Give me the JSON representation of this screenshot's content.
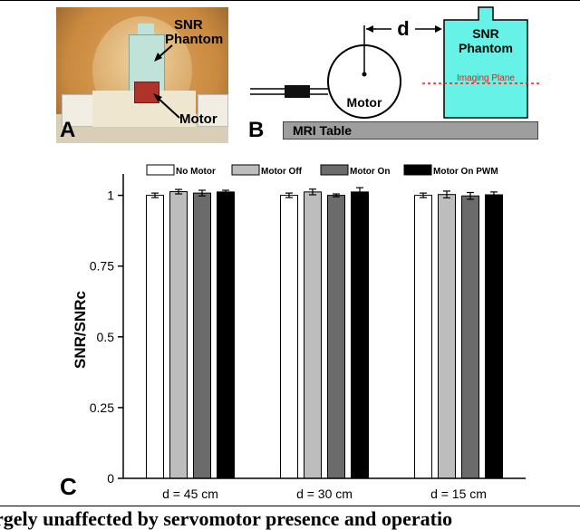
{
  "panel_a": {
    "label": "A",
    "phantom_label_line1": "SNR",
    "phantom_label_line2": "Phantom",
    "motor_label": "Motor"
  },
  "panel_b": {
    "label": "B",
    "distance_label": "d",
    "motor_label": "Motor",
    "phantom_label_line1": "SNR",
    "phantom_label_line2": "Phantom",
    "imaging_plane_label": "Imaging Plane",
    "table_label": "MRI Table",
    "colors": {
      "phantom": "#66f2e6",
      "imaging_plane": "#e0201a",
      "table": "#9e9e9e"
    }
  },
  "panel_c_label": "C",
  "chart_data": {
    "type": "bar",
    "categories": [
      "d = 45 cm",
      "d = 30 cm",
      "d = 15 cm"
    ],
    "series": [
      {
        "name": "No Motor",
        "color": "#ffffff",
        "values": [
          1.0,
          1.0,
          1.0
        ],
        "errors": [
          0.008,
          0.008,
          0.008
        ]
      },
      {
        "name": "Motor Off",
        "color": "#bdbdbd",
        "values": [
          1.013,
          1.012,
          1.003
        ],
        "errors": [
          0.008,
          0.01,
          0.012
        ]
      },
      {
        "name": "Motor On",
        "color": "#6b6b6b",
        "values": [
          1.008,
          1.0,
          0.998
        ],
        "errors": [
          0.01,
          0.005,
          0.012
        ]
      },
      {
        "name": "Motor On PWM",
        "color": "#000000",
        "values": [
          1.012,
          1.012,
          1.002
        ],
        "errors": [
          0.006,
          0.015,
          0.01
        ]
      }
    ],
    "ylabel": "SNR/SNRc",
    "ylim": [
      0,
      1.05
    ],
    "yticks": [
      0,
      0.25,
      0.5,
      0.75,
      1
    ],
    "ytick_labels": [
      "0",
      "0.25",
      "0.5",
      "0.75",
      "1"
    ],
    "legend_position": "top",
    "grid": false
  },
  "caption": "rgely unaffected by servomotor presence and operatio"
}
